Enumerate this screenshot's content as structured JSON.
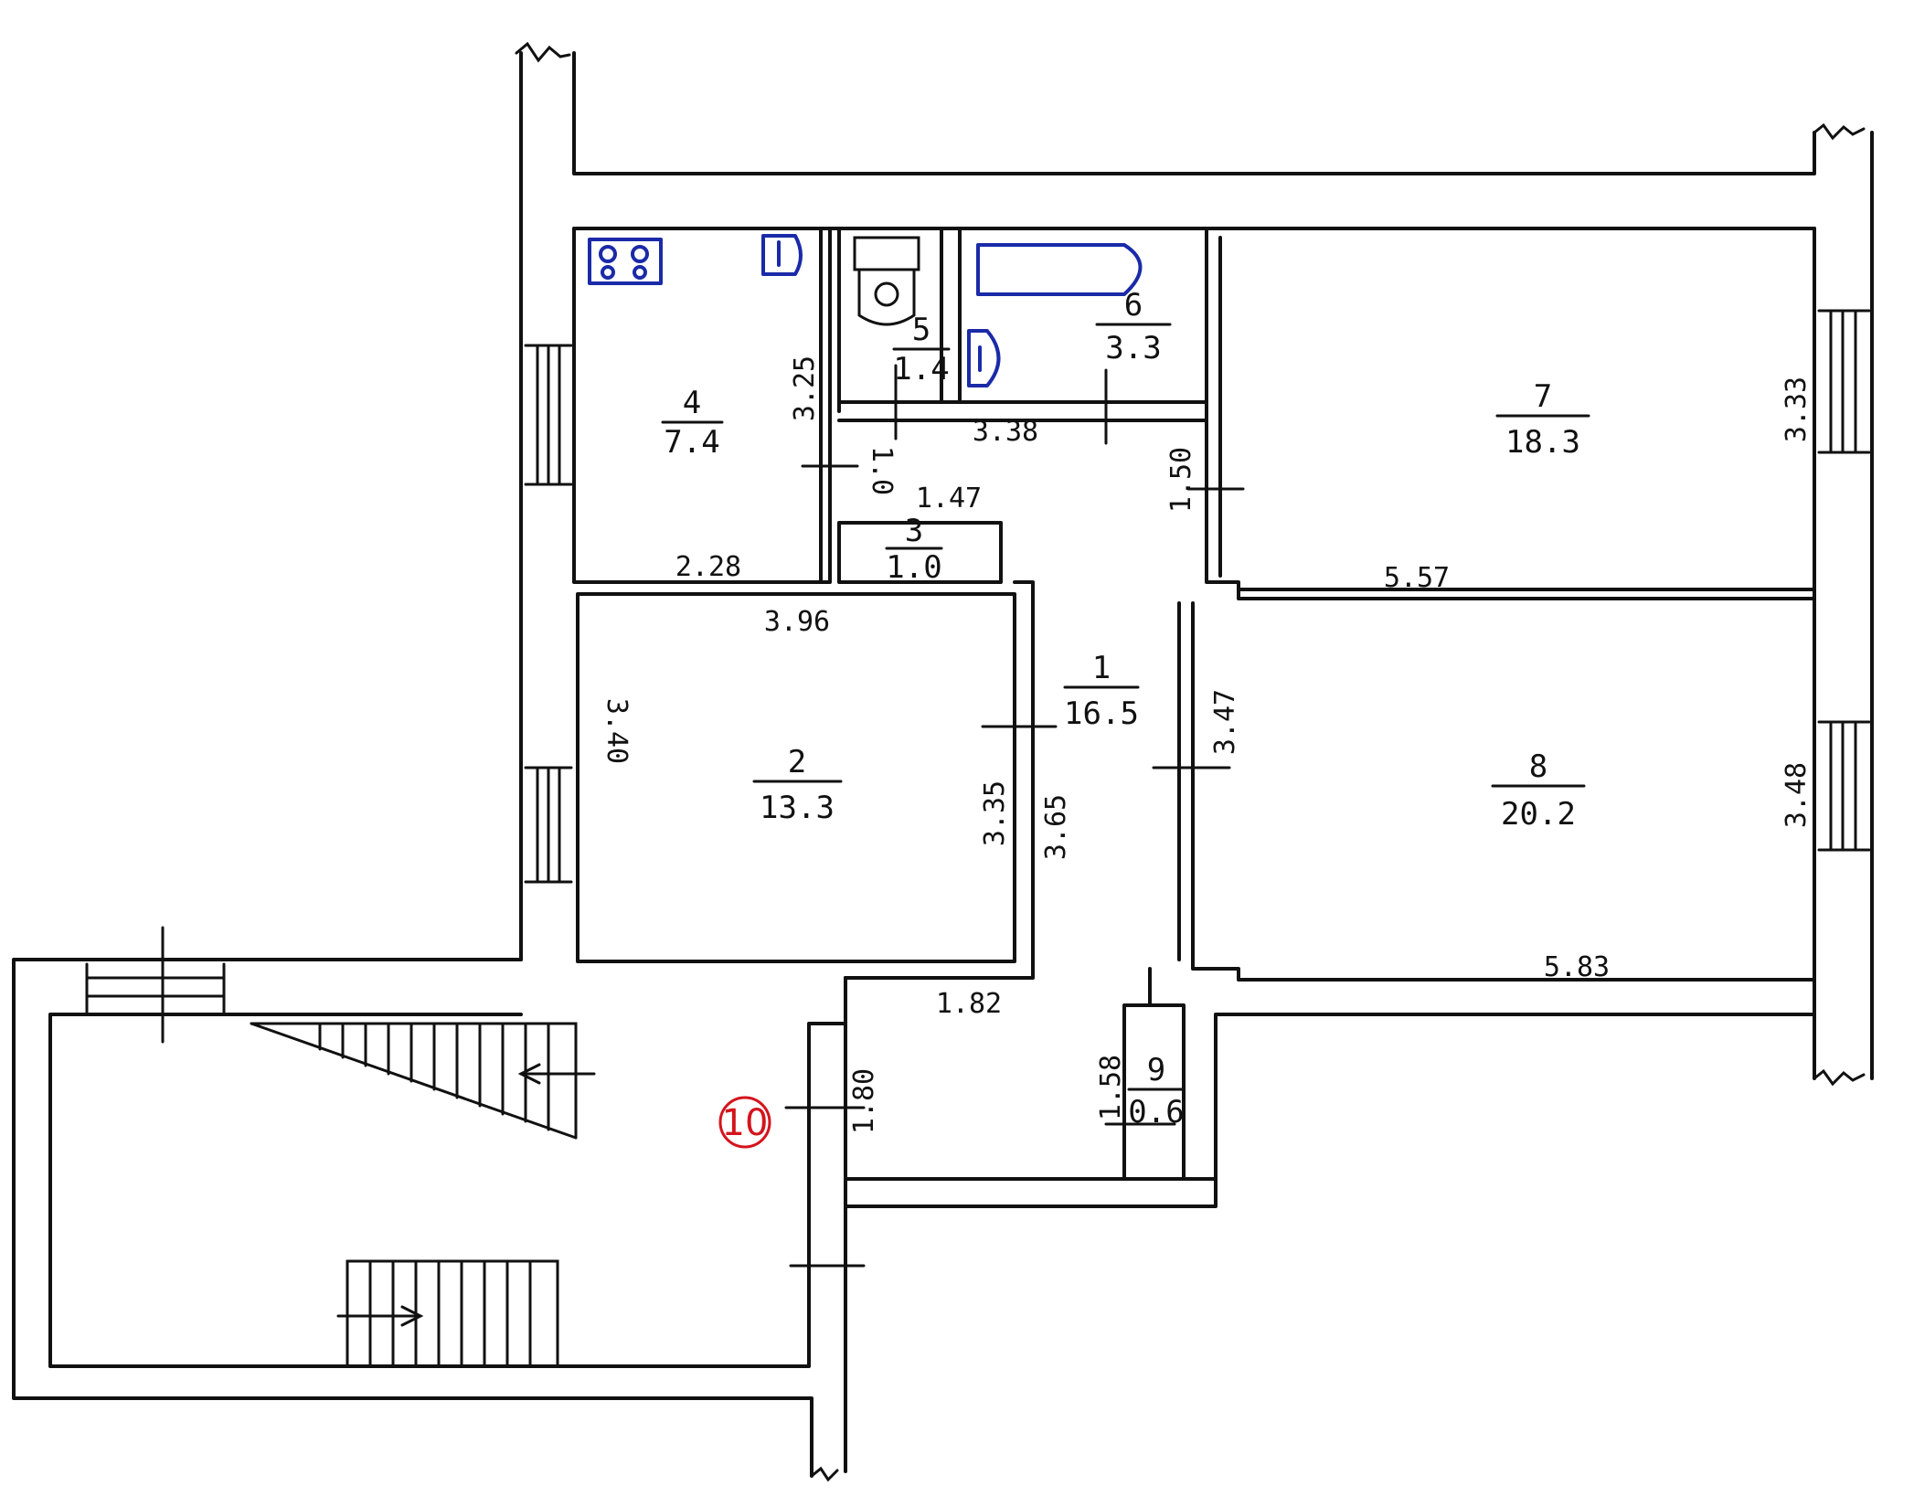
{
  "colors": {
    "ink": "#111111",
    "fixture": "#1a2aa8",
    "marker": "#d4141c"
  },
  "rooms": [
    {
      "id": "1",
      "number": "1",
      "area": "16.5"
    },
    {
      "id": "2",
      "number": "2",
      "area": "13.3"
    },
    {
      "id": "3",
      "number": "3",
      "area": "1.0"
    },
    {
      "id": "4",
      "number": "4",
      "area": "7.4"
    },
    {
      "id": "5",
      "number": "5",
      "area": "1.4"
    },
    {
      "id": "6",
      "number": "6",
      "area": "3.3"
    },
    {
      "id": "7",
      "number": "7",
      "area": "18.3"
    },
    {
      "id": "8",
      "number": "8",
      "area": "20.2"
    },
    {
      "id": "9",
      "number": "9",
      "area": "0.6"
    }
  ],
  "stair_marker": "10",
  "dimensions": {
    "r4_height": "3.25",
    "r4_width": "2.28",
    "corridor_top": "3.38",
    "hall_small": "1.0",
    "r3_width": "1.47",
    "r7_side": "1.50",
    "r7_width": "5.57",
    "r7_height": "3.33",
    "r2_width": "3.96",
    "r2_height": "3.40",
    "r2_inner": "3.35",
    "hall_height": "3.65",
    "r8_side": "3.47",
    "r8_height": "3.48",
    "r8_width": "5.83",
    "hall_bottom": "1.82",
    "vestibule": "1.80",
    "r9_height": "1.58"
  },
  "icons": [
    "stove-icon",
    "sink-icon",
    "toilet-icon",
    "washbasin-icon",
    "bathtub-icon",
    "stair-arrow-icon"
  ]
}
